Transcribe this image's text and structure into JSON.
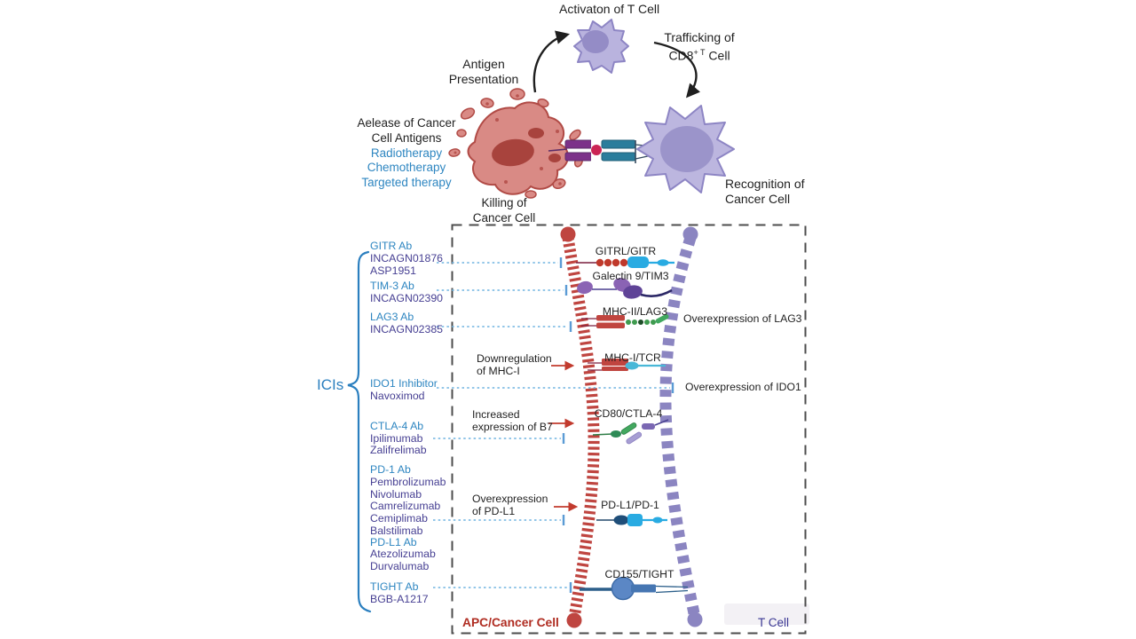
{
  "top_cycle": {
    "activation": "Activaton of T Cell",
    "trafficking": {
      "line1": "Trafficking of",
      "cd8": "CD8",
      "sup": "+ T",
      "rest": " Cell"
    },
    "antigen": {
      "line1": "Antigen",
      "line2": "Presentation"
    },
    "release": {
      "line1": "Aelease of Cancer",
      "line2": "Cell Antigens"
    },
    "therapies": [
      "Radiotherapy",
      "Chemotherapy",
      "Targeted therapy"
    ],
    "killing": {
      "line1": "Killing of",
      "line2": "Cancer Cell"
    },
    "recognition": {
      "line1": "Recognition of",
      "line2": "Cancer Cell"
    }
  },
  "icis": {
    "label": "ICIs",
    "groups": [
      {
        "target": "GITR Ab",
        "drugs": [
          "INCAGN01876",
          "ASP1951"
        ]
      },
      {
        "target": "TIM-3 Ab",
        "drugs": [
          "INCAGN02390"
        ]
      },
      {
        "target": "LAG3 Ab",
        "drugs": [
          "INCAGN02385"
        ]
      },
      {
        "target": "IDO1 Inhibitor",
        "drugs": [
          "Navoximod"
        ]
      },
      {
        "target": "CTLA-4 Ab",
        "drugs": [
          "Ipilimumab",
          "Zalifrelimab"
        ]
      },
      {
        "target": "PD-1 Ab",
        "drugs": [
          "Pembrolizumab",
          "Nivolumab",
          "Camrelizumab",
          "Cemiplimab",
          "Balstilimab"
        ]
      },
      {
        "target": "PD-L1 Ab",
        "drugs": [
          "Atezolizumab",
          "Durvalumab"
        ]
      },
      {
        "target": "TIGHT Ab",
        "drugs": [
          "BGB-A1217"
        ]
      }
    ]
  },
  "synapse": {
    "pairs": [
      "GITRL/GITR",
      "Galectin 9/TIM3",
      "MHC-II/LAG3",
      "MHC-I/TCR",
      "CD80/CTLA-4",
      "PD-L1/PD-1",
      "CD155/TIGHT"
    ],
    "annotations": {
      "mhc1": {
        "line1": "Downregulation",
        "line2": "of MHC-I"
      },
      "b7": {
        "line1": "Increased",
        "line2": "expression of B7"
      },
      "pdl1": {
        "line1": "Overexpression",
        "line2": "of PD-L1"
      },
      "lag3": "Overexpression of LAG3",
      "ido1": "Overexpression of IDO1"
    },
    "apc_label": "APC/Cancer Cell",
    "t_cell_label": "T Cell"
  },
  "colors": {
    "target_blue": "#2e86c1",
    "drug_purple": "#474093",
    "membrane_red": "#bf4540",
    "membrane_purple": "#8b85c1",
    "arrow_red": "#c23b2e",
    "inhibit_blue": "#6fb3e0",
    "apc_red": "#b02d22",
    "tcell_purple": "#3a3793"
  }
}
